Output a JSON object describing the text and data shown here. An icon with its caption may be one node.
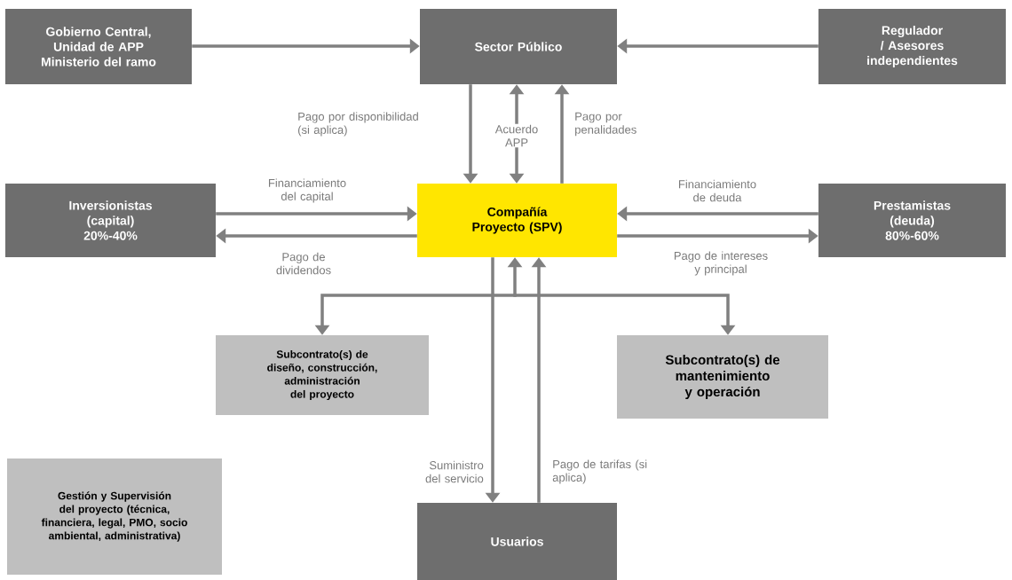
{
  "diagram": {
    "nodes": [
      {
        "text": [
          "Gobierno Central, Unidad de APP Ministerio del ramo"
        ]
      },
      {
        "text": [
          "Sector Público"
        ]
      },
      {
        "text": [
          "Regulador / Asesores independientes"
        ]
      },
      {
        "text": [
          "Inversionistas (capital) 20%-40%"
        ]
      },
      {
        "text": [
          "Compañía Proyecto (SPV)"
        ]
      },
      {
        "text": [
          "Prestamistas (deuda) 80%-60%"
        ]
      },
      {
        "text": [
          "Subcontrato(s) de diseño, construcción, administración del proyecto"
        ]
      },
      {
        "text": [
          "Subcontrato(s) de mantenimiento y operación"
        ]
      },
      {
        "text": [
          "Gestión y Supervisión del proyecto (técnica, financiera, legal, PMO, socio ambiental, administrativa)"
        ]
      },
      {
        "text": [
          "Usuarios"
        ]
      }
    ],
    "edges": [
      {
        "from": 0,
        "to": 1,
        "arrow": "to"
      },
      {
        "from": 2,
        "to": 1,
        "arrow": "to"
      },
      {
        "from": 1,
        "to": 4,
        "arrow": "to",
        "label": "Pago por disponibilidad (si aplica)"
      },
      {
        "from": 1,
        "to": 4,
        "arrow": "both",
        "label": "Acuerdo APP"
      },
      {
        "from": 4,
        "to": 1,
        "arrow": "to",
        "label": "Pago por penalidades"
      },
      {
        "from": 3,
        "to": 4,
        "arrow": "to",
        "label": "Financiamiento del capital"
      },
      {
        "from": 4,
        "to": 3,
        "arrow": "to",
        "label": "Pago de dividendos"
      },
      {
        "from": 5,
        "to": 4,
        "arrow": "to",
        "label": "Financiamiento de deuda"
      },
      {
        "from": 4,
        "to": 5,
        "arrow": "to",
        "label": "Pago de intereses y principal"
      },
      {
        "from": 4,
        "to": 6,
        "arrow": "both"
      },
      {
        "from": 4,
        "to": 7,
        "arrow": "both"
      },
      {
        "from": 4,
        "to": 9,
        "arrow": "to",
        "label": "Suministro del servicio"
      },
      {
        "from": 9,
        "to": 4,
        "arrow": "to",
        "label": "Pago de tarifas (si aplica)"
      }
    ]
  }
}
